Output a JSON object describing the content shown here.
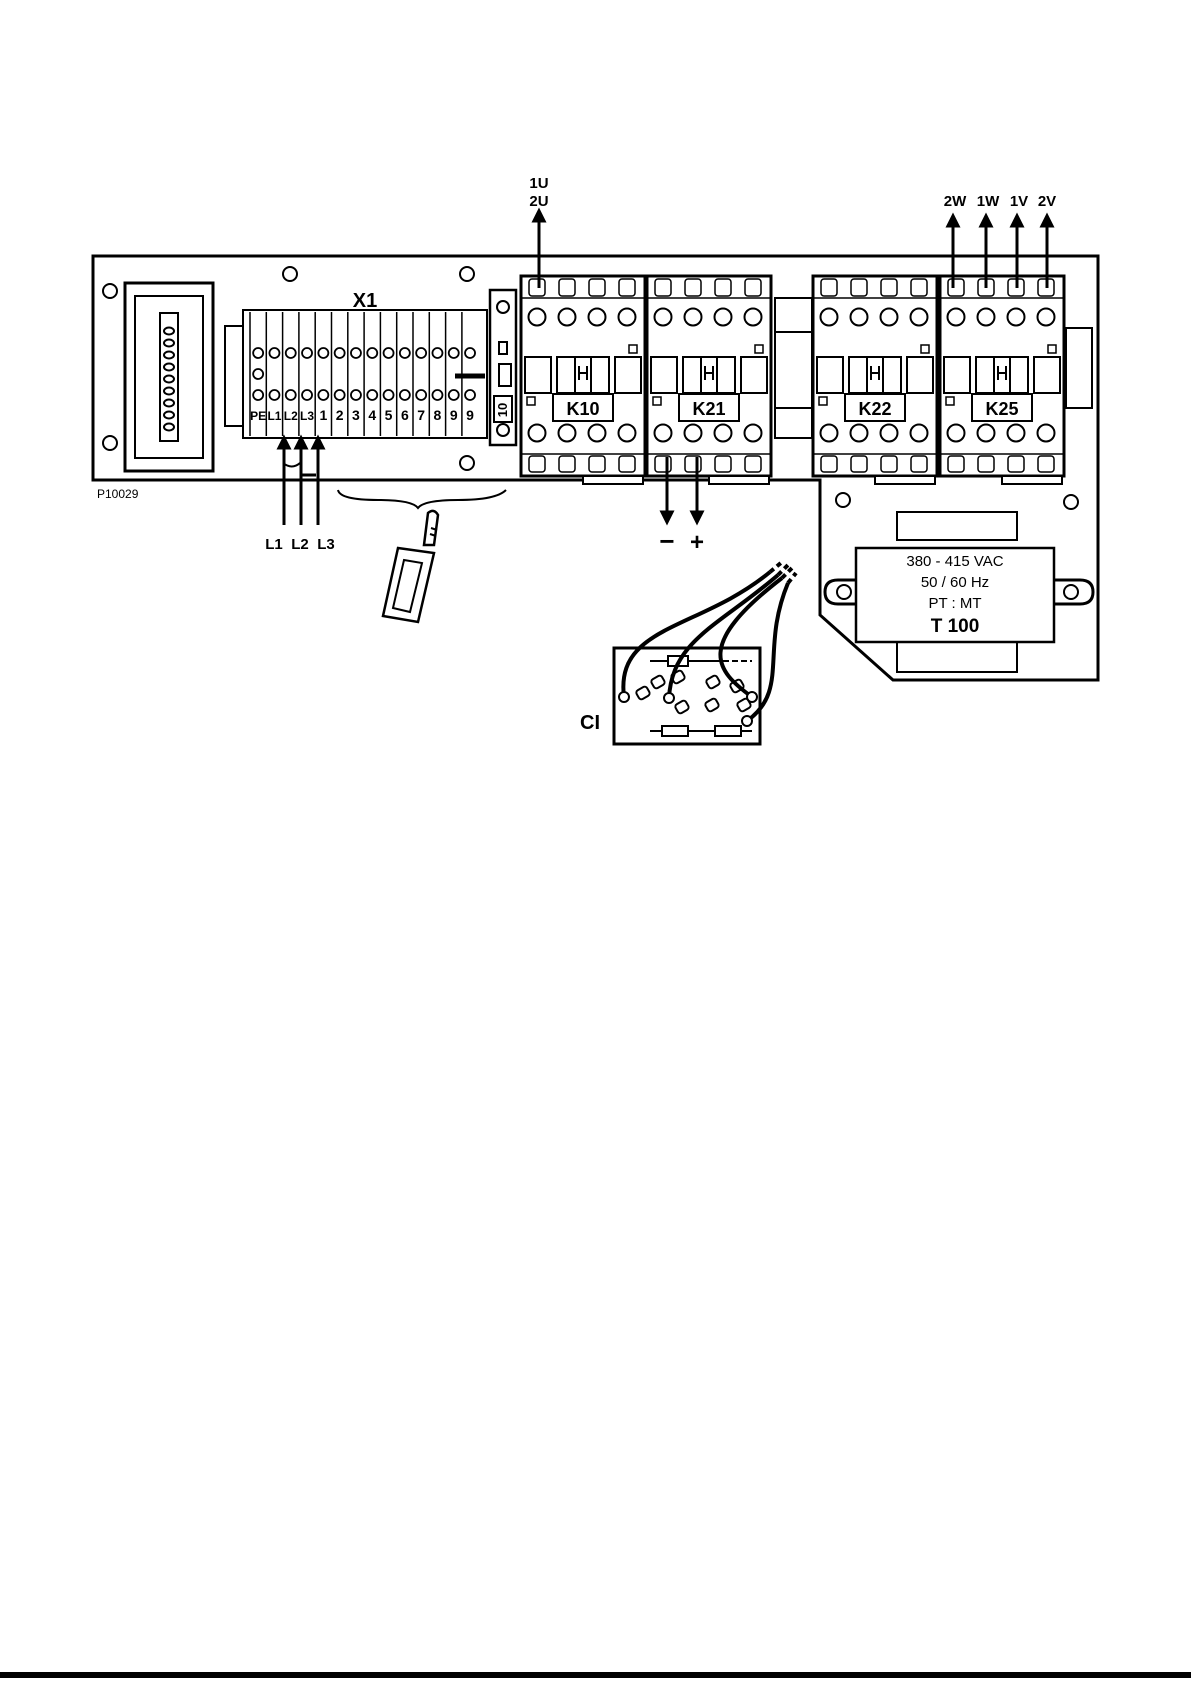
{
  "figure_id": "P10029",
  "terminal_block": {
    "title": "X1",
    "terminals": [
      "PE",
      "L1",
      "L2",
      "L3",
      "1",
      "2",
      "3",
      "4",
      "5",
      "6",
      "7",
      "8",
      "9",
      "9"
    ],
    "extra_terminal": "10"
  },
  "contactors": [
    {
      "label": "K10"
    },
    {
      "label": "K21"
    },
    {
      "label": "K22"
    },
    {
      "label": "K25"
    }
  ],
  "motor_outputs": {
    "u_top": "1U",
    "u_bottom": "2U",
    "vw": [
      "2W",
      "1W",
      "1V",
      "2V"
    ]
  },
  "supply_inputs": [
    "L1",
    "L2",
    "L3"
  ],
  "dc_outputs": {
    "minus": "−",
    "plus": "+"
  },
  "transformer": {
    "voltage": "380 - 415 VAC",
    "frequency": "50 / 60 Hz",
    "marking": "PT : MT",
    "label": "T 100"
  },
  "circuit_board_label": "CI"
}
